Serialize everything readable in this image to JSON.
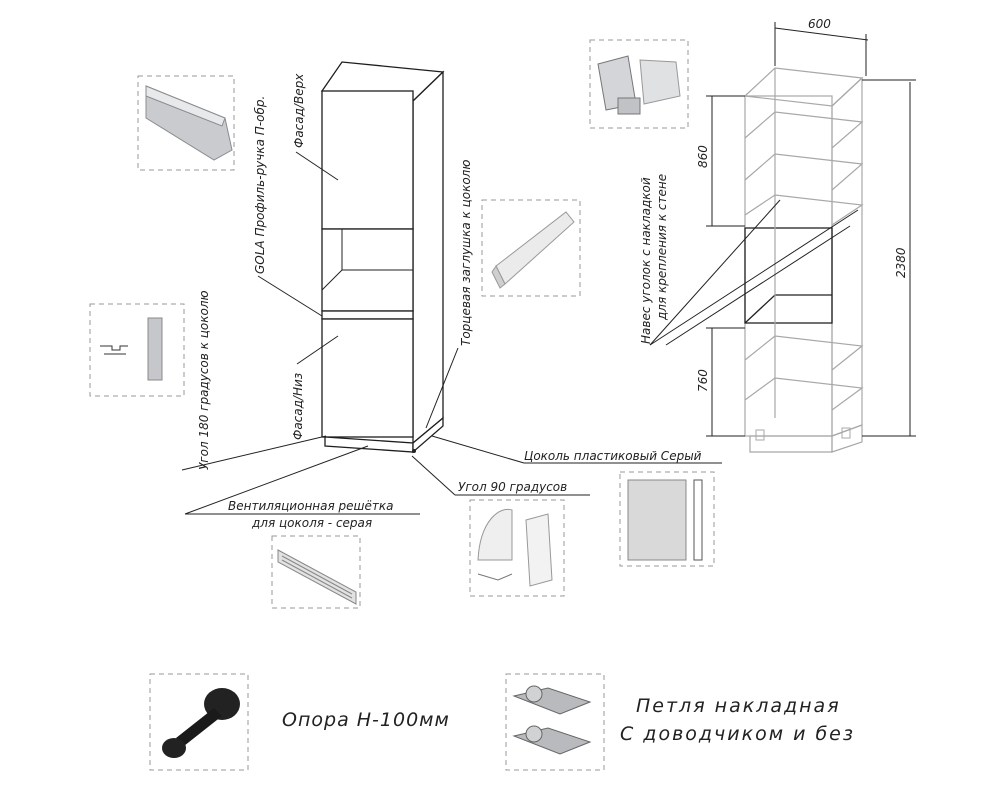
{
  "labels": {
    "facade_top": "Фасад/Верх",
    "gola_profile": "GOLA Профиль-ручка П-обр.",
    "end_cap": "Торцевая заглушка к цоколю",
    "corner_180": "Угол 180 градусов к цоколю",
    "facade_bottom": "Фасад/Низ",
    "plinth": "Цоколь пластиковый Серый",
    "corner_90": "Угол 90 градусов",
    "vent_grille_1": "Вентиляционная решётка",
    "vent_grille_2": "для цоколя - серая",
    "hanger_1": "Навес уголок с накладкой",
    "hanger_2": "для крепления к стене",
    "support": "Опора Н-100мм",
    "hinge_1": "Петля накладная",
    "hinge_2": "С доводчиком и без"
  },
  "dimensions": {
    "width": "600",
    "height": "2380",
    "upper": "860",
    "lower": "760"
  },
  "icons": [
    "gola-profile-icon",
    "end-cap-icon",
    "corner-180-icon",
    "vent-grille-icon",
    "corner-90-icon",
    "plinth-profile-icon",
    "hanger-bracket-icon",
    "support-leg-icon",
    "hinge-icon"
  ]
}
